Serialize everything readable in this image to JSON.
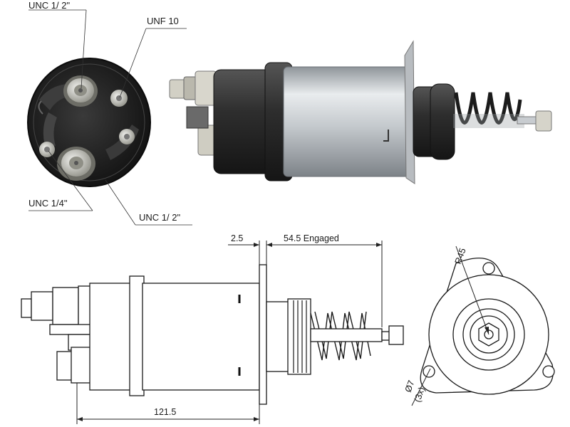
{
  "labels": {
    "top_left_thread": "UNC 1/ 2\"",
    "top_right_thread": "UNF 10",
    "bottom_left_thread": "UNC 1/4\"",
    "bottom_right_thread": "UNC 1/ 2\""
  },
  "dimensions": {
    "flange_gap": "2.5",
    "engaged_length": "54.5 Engaged",
    "overall_length": "121.5",
    "radius": "R45",
    "hole_diameter": "Ø7",
    "hole_count": "(3x)"
  },
  "colors": {
    "housing_dark": "#2b2b2b",
    "steel_light": "#d9dde0",
    "steel_mid": "#a9aeb3",
    "line": "#1a1a1a"
  }
}
